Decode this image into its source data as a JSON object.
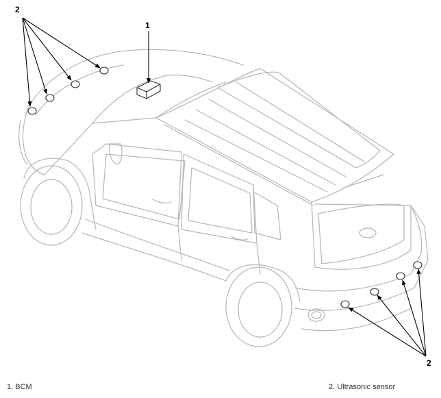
{
  "diagram": {
    "callouts": {
      "bcm_number": "1",
      "front_sensor_number": "2",
      "rear_sensor_number": "2"
    }
  },
  "legend": {
    "item1": "1. BCM",
    "item2": "2. Ultrasonic sensor"
  },
  "colors": {
    "vehicle_line": "#b5b5b5",
    "leader_line": "#000000",
    "component_line": "#333333"
  }
}
